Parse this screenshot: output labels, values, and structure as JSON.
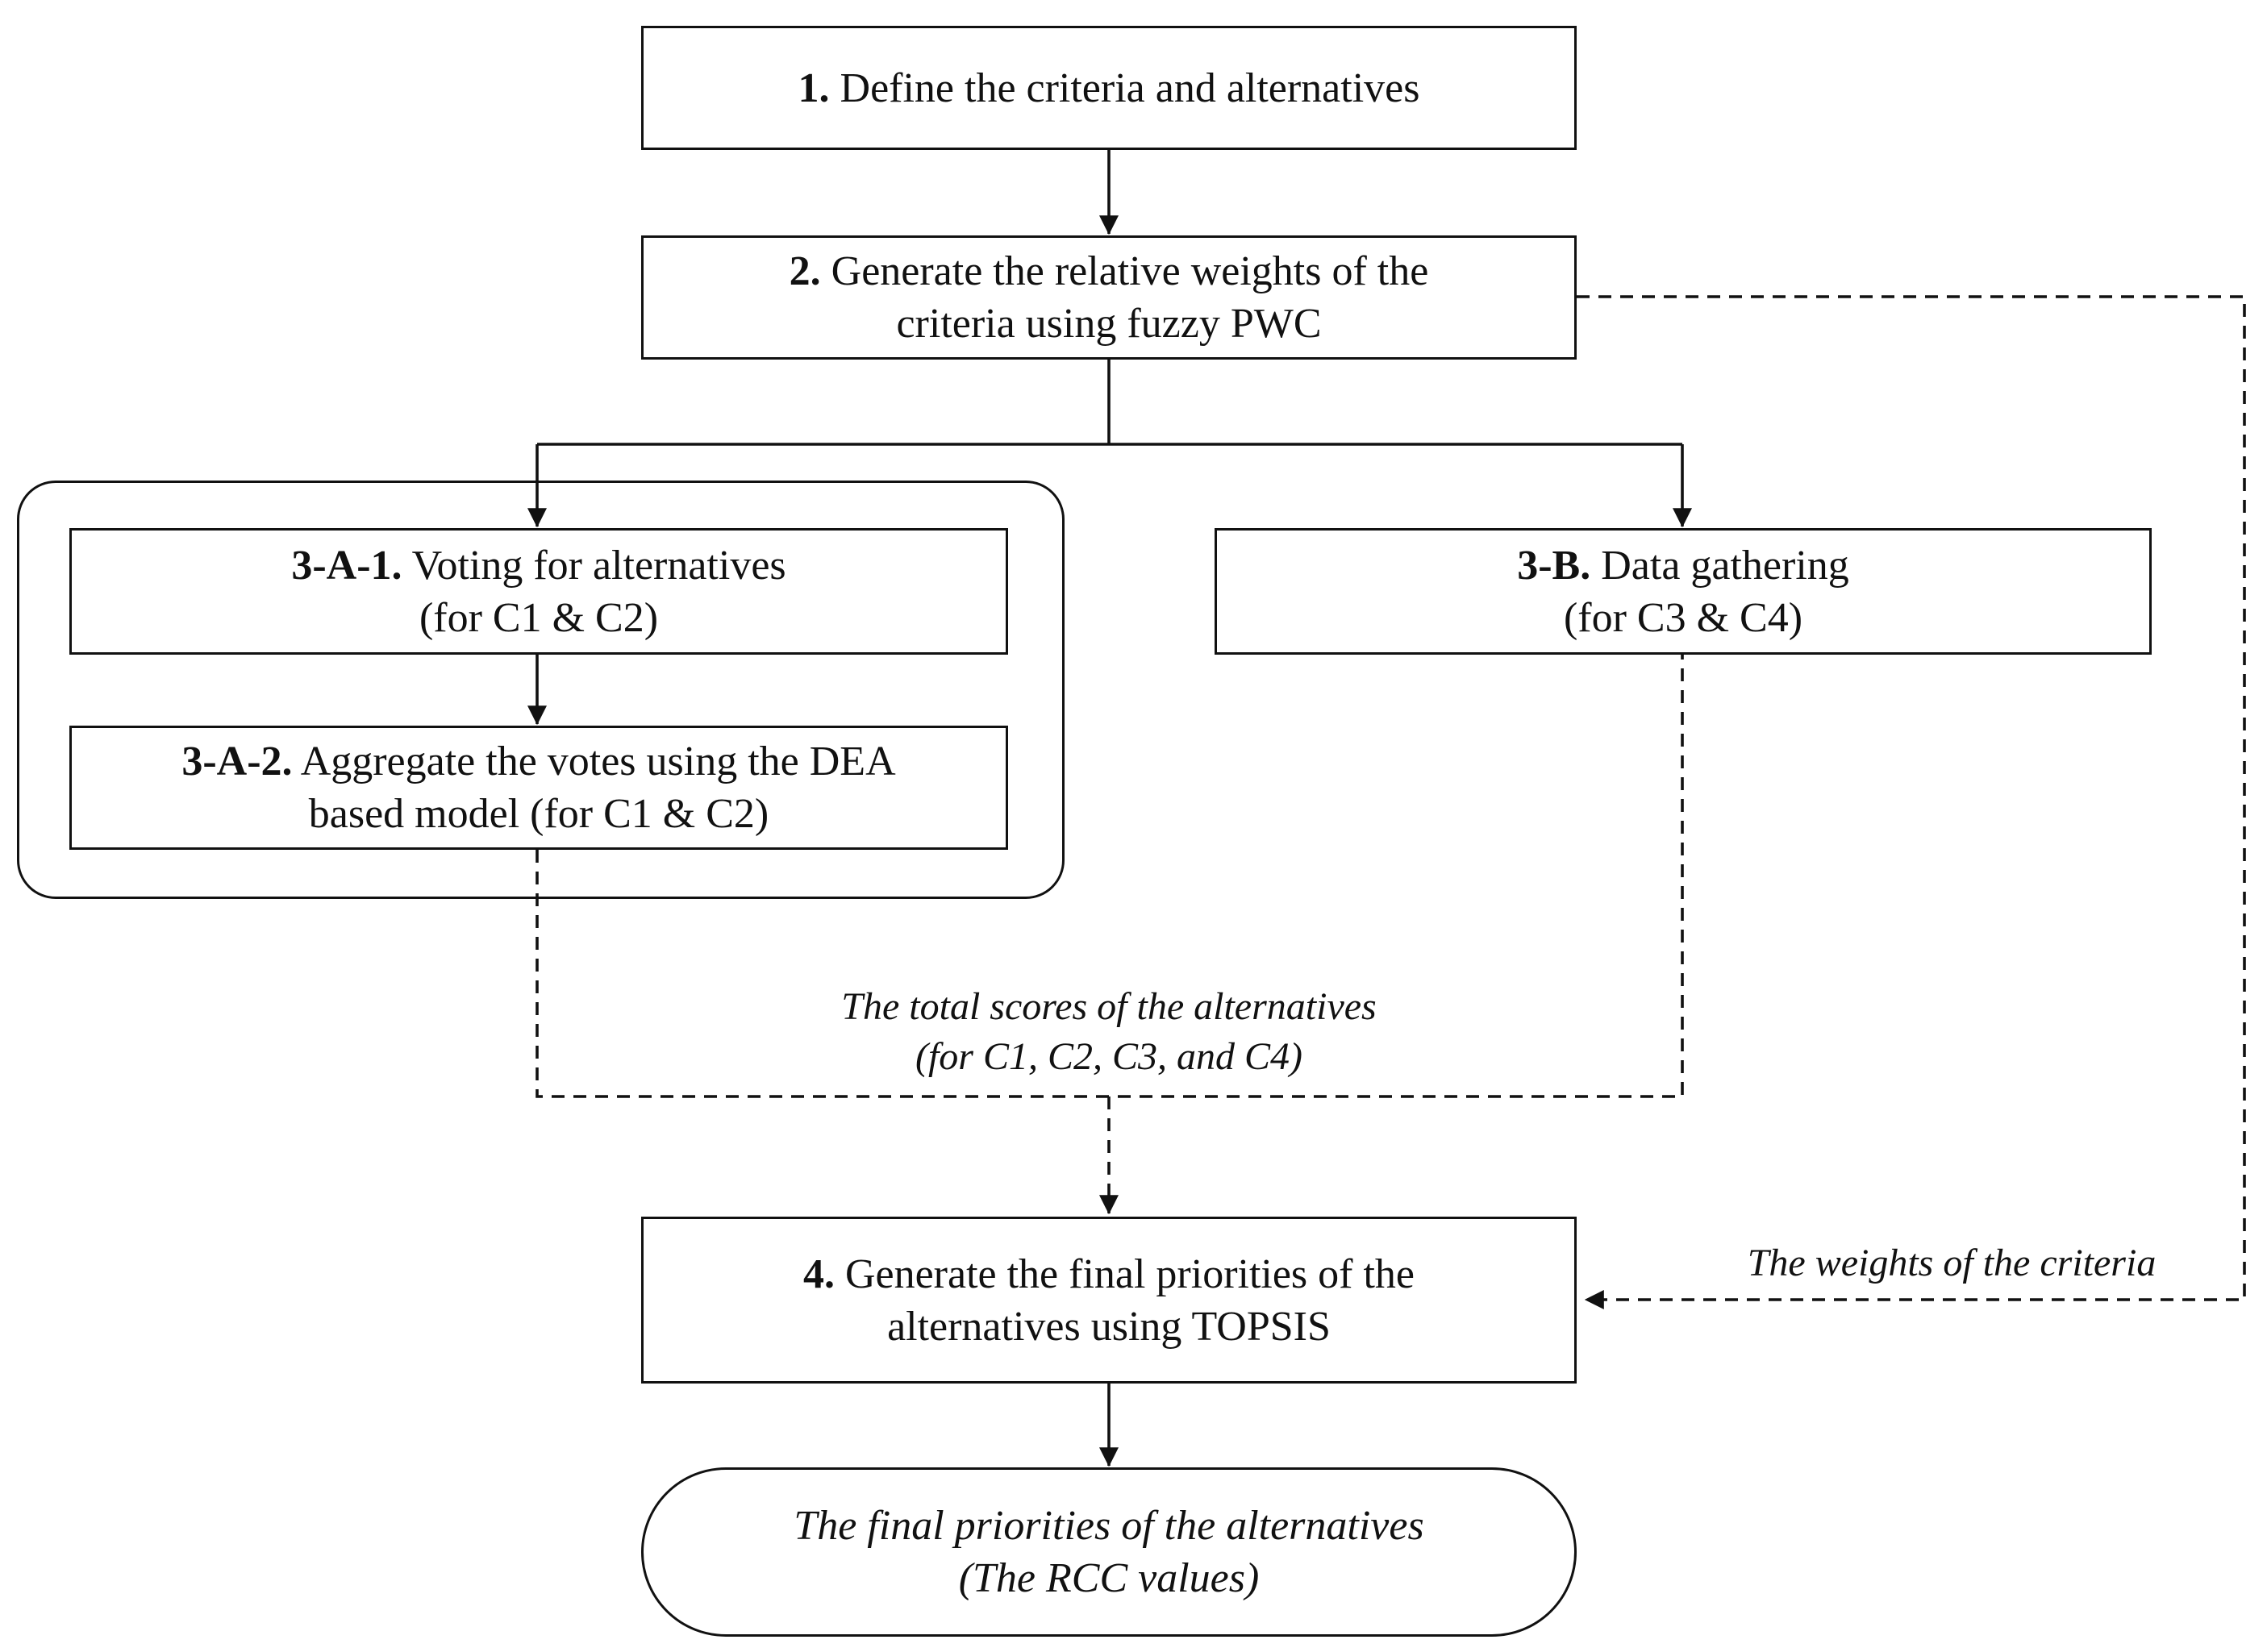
{
  "colors": {
    "stroke": "#111111",
    "background": "#ffffff"
  },
  "steps": {
    "step1": {
      "num": "1.",
      "text": "Define the criteria and alternatives"
    },
    "step2": {
      "num": "2.",
      "text_line1": "Generate the relative weights of the",
      "text_line2": "criteria using fuzzy PWC"
    },
    "step3a1": {
      "num": "3-A-1.",
      "text_line1": "Voting for alternatives",
      "text_line2": "(for C1 & C2)"
    },
    "step3a2": {
      "num": "3-A-2.",
      "text_line1": "Aggregate the votes using the DEA",
      "text_line2": "based model (for C1 & C2)"
    },
    "step3b": {
      "num": "3-B.",
      "text_line1": "Data gathering",
      "text_line2": "(for C3 & C4)"
    },
    "step4": {
      "num": "4.",
      "text_line1": "Generate the final priorities of the",
      "text_line2": "alternatives using TOPSIS"
    }
  },
  "result": {
    "line1": "The final priorities of the alternatives",
    "line2": "(The RCC values)"
  },
  "notes": {
    "total_scores": {
      "line1": "The total scores of the alternatives",
      "line2": "(for C1, C2, C3, and C4)"
    },
    "weights": "The weights of the criteria"
  }
}
